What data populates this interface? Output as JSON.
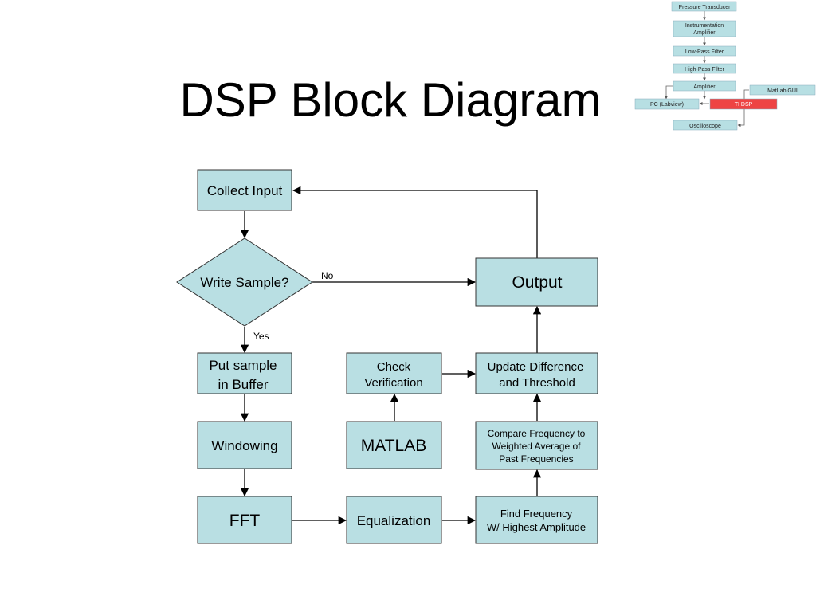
{
  "title": "DSP Block Diagram",
  "colors": {
    "box_fill": "#b9dfe3",
    "box_stroke": "#333333",
    "mini_fill": "#b7dfe3",
    "mini_highlight": "#ee4444"
  },
  "flowchart": {
    "collect_input": "Collect Input",
    "write_sample": "Write Sample?",
    "label_no": "No",
    "label_yes": "Yes",
    "output": "Output",
    "put_sample": [
      "Put sample",
      "in Buffer"
    ],
    "check_verification": [
      "Check",
      "Verification"
    ],
    "update_difference": [
      "Update Difference",
      "and Threshold"
    ],
    "windowing": "Windowing",
    "matlab": "MATLAB",
    "compare_frequency": [
      "Compare Frequency to",
      "Weighted Average of",
      "Past Frequencies"
    ],
    "fft": "FFT",
    "equalization": "Equalization",
    "find_frequency": [
      "Find Frequency",
      "W/ Highest Amplitude"
    ]
  },
  "mini_diagram": {
    "pressure_transducer": "Pressure Transducer",
    "instrumentation_amplifier": [
      "Instrumentation",
      "Amplifier"
    ],
    "low_pass_filter": "Low-Pass Filter",
    "high_pass_filter": "High-Pass Filter",
    "amplifier": "Amplifier",
    "matlab_gui": "MatLab GUI",
    "pc_labview": "PC (Labview)",
    "ti_dsp": "TI DSP",
    "oscilloscope": "Oscilloscope"
  }
}
